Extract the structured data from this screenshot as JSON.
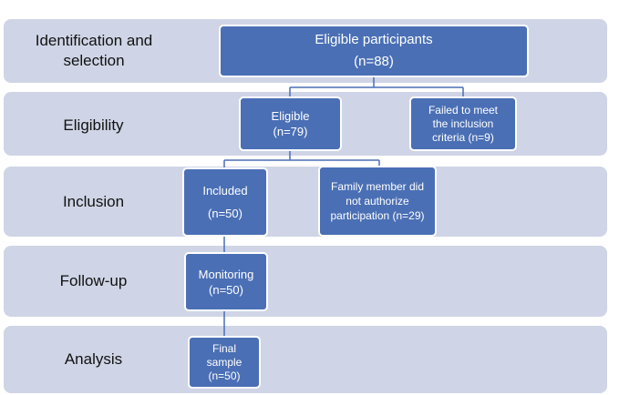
{
  "stages": [
    {
      "label_line1": "Identification and",
      "label_line2": "selection"
    },
    {
      "label": "Eligibility"
    },
    {
      "label": "Inclusion"
    },
    {
      "label": "Follow-up"
    },
    {
      "label": "Analysis"
    }
  ],
  "boxes": {
    "eligible_participants": {
      "line1": "Eligible participants",
      "line2": "(n=88)"
    },
    "eligible": {
      "line1": "Eligible",
      "line2": "(n=79)"
    },
    "failed": {
      "line1": "Failed to meet",
      "line2": "the inclusion",
      "line3": "criteria (n=9)"
    },
    "included": {
      "line1": "Included",
      "line2": "(n=50)"
    },
    "not_authorized": {
      "line1": "Family member did",
      "line2": "not authorize",
      "line3": "participation (n=29)"
    },
    "monitoring": {
      "line1": "Monitoring",
      "line2": "(n=50)"
    },
    "final_sample": {
      "line1": "Final",
      "line2": "sample",
      "line3": "(n=50)"
    }
  },
  "colors": {
    "band": "#cfd5e6",
    "box": "#4a6fb5",
    "line": "#4a6fb5",
    "text_dark": "#111111"
  }
}
